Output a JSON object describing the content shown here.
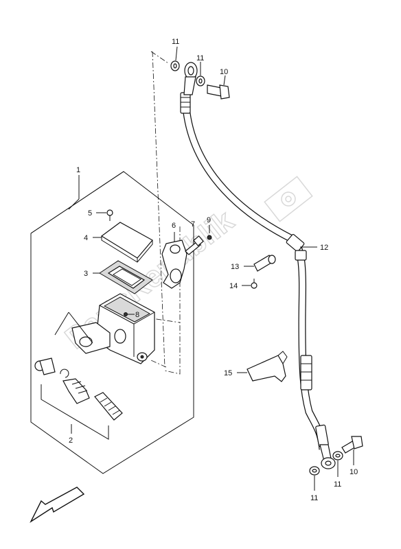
{
  "watermark": {
    "text": "PartsRepublik"
  },
  "callouts": {
    "c1": "1",
    "c2": "2",
    "c3": "3",
    "c4": "4",
    "c5": "5",
    "c6": "6",
    "c7": "7",
    "c8": "8",
    "c9": "9",
    "c10a": "10",
    "c10b": "10",
    "c11a": "11",
    "c11b": "11",
    "c11c": "11",
    "c11d": "11",
    "c12": "12",
    "c13": "13",
    "c14": "14",
    "c15": "15"
  }
}
